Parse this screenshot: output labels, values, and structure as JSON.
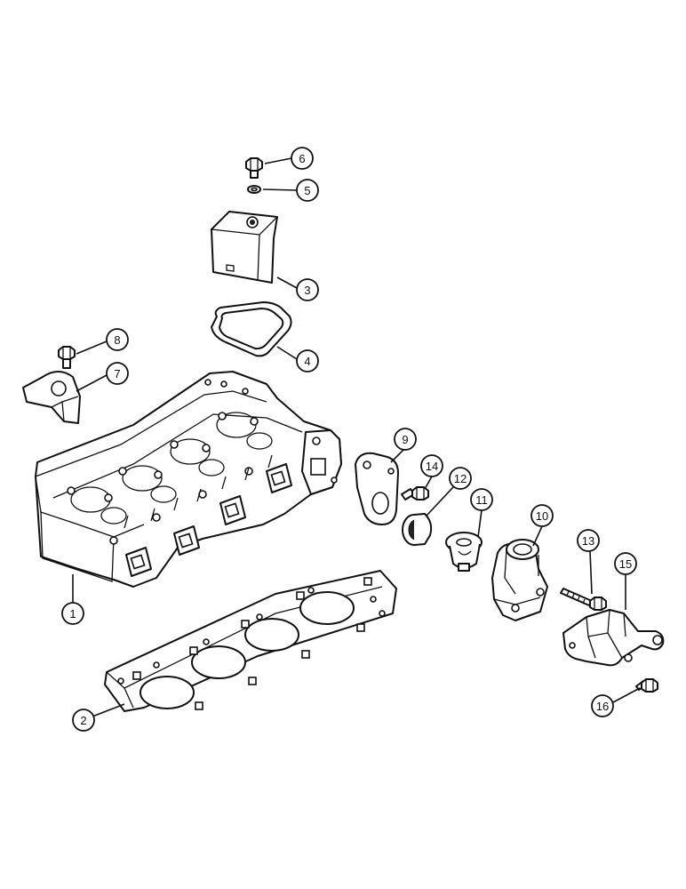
{
  "callouts": [
    {
      "id": "1",
      "label": "1"
    },
    {
      "id": "2",
      "label": "2"
    },
    {
      "id": "3",
      "label": "3"
    },
    {
      "id": "4",
      "label": "4"
    },
    {
      "id": "5",
      "label": "5"
    },
    {
      "id": "6",
      "label": "6"
    },
    {
      "id": "7",
      "label": "7"
    },
    {
      "id": "8",
      "label": "8"
    },
    {
      "id": "9",
      "label": "9"
    },
    {
      "id": "10",
      "label": "10"
    },
    {
      "id": "11",
      "label": "11"
    },
    {
      "id": "12",
      "label": "12"
    },
    {
      "id": "13",
      "label": "13"
    },
    {
      "id": "14",
      "label": "14"
    },
    {
      "id": "15",
      "label": "15"
    },
    {
      "id": "16",
      "label": "16"
    }
  ],
  "parts": [
    {
      "callout": "1",
      "icon": "cylinder-head-icon"
    },
    {
      "callout": "2",
      "icon": "head-gasket-icon"
    },
    {
      "callout": "3",
      "icon": "cover-icon"
    },
    {
      "callout": "4",
      "icon": "cover-gasket-icon"
    },
    {
      "callout": "5",
      "icon": "washer-icon"
    },
    {
      "callout": "6",
      "icon": "bolt-icon"
    },
    {
      "callout": "7",
      "icon": "lifting-bracket-icon"
    },
    {
      "callout": "8",
      "icon": "bolt-icon"
    },
    {
      "callout": "9",
      "icon": "gasket-icon"
    },
    {
      "callout": "10",
      "icon": "thermostat-housing-icon"
    },
    {
      "callout": "11",
      "icon": "thermostat-icon"
    },
    {
      "callout": "12",
      "icon": "seal-icon"
    },
    {
      "callout": "13",
      "icon": "bolt-icon"
    },
    {
      "callout": "14",
      "icon": "bolt-icon"
    },
    {
      "callout": "15",
      "icon": "bracket-icon"
    },
    {
      "callout": "16",
      "icon": "bolt-icon"
    }
  ]
}
